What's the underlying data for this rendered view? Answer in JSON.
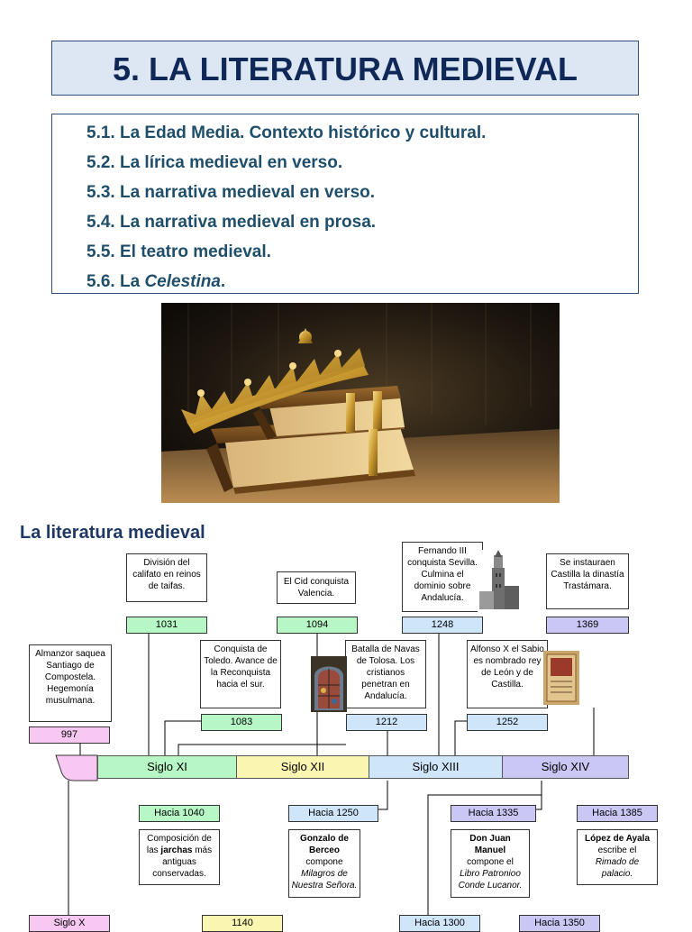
{
  "title": "5. LA LITERATURA MEDIEVAL",
  "toc": [
    {
      "num": "5.1.",
      "text": "La Edad Media. Contexto histórico y cultural."
    },
    {
      "num": "5.2.",
      "text": "La lírica medieval en verso."
    },
    {
      "num": "5.3.",
      "text": "La narrativa medieval en verso."
    },
    {
      "num": "5.4.",
      "text": "La narrativa medieval en prosa."
    },
    {
      "num": "5.5.",
      "text": "El teatro medieval."
    },
    {
      "num": "5.6.",
      "prefix": "La ",
      "italic": "Celestina",
      "suffix": "."
    }
  ],
  "timeline_heading": "La literatura medieval",
  "centuries": [
    {
      "label": "Siglo XI",
      "color": "#b7f7c5"
    },
    {
      "label": "Siglo XII",
      "color": "#fbf5b2"
    },
    {
      "label": "Siglo XIII",
      "color": "#cfe6fa"
    },
    {
      "label": "Siglo XIV",
      "color": "#cac7f5"
    }
  ],
  "years": {
    "y997": "997",
    "y1031": "1031",
    "y1094": "1094",
    "y1248": "1248",
    "y1369": "1369",
    "y1083": "1083",
    "y1212": "1212",
    "y1252": "1252",
    "h1040": "Hacia 1040",
    "h1250": "Hacia 1250",
    "h1335": "Hacia 1335",
    "h1385": "Hacia 1385",
    "sigloX": "Siglo X",
    "y1140": "1140",
    "h1300": "Hacia 1300",
    "h1350": "Hacia 1350"
  },
  "events": {
    "almanzor": "Almanzor saquea Santiago de Compostela. Hegemonía musulmana.",
    "califato": "División del califato en reinos de taifas.",
    "toledo": "Conquista de Toledo. Avance de la Reconquista hacia el sur.",
    "cid": "El Cid conquista Valencia.",
    "navas": "Batalla de Navas de Tolosa. Los cristianos penetran en Andalucía.",
    "fernando": "Fernando III conquista Sevilla. Culmina el dominio sobre Andalucía.",
    "alfonso": "Alfonso X el Sabio es nombrado rey de León y de Castilla.",
    "trastamara": "Se instauraen Castilla la dinastía Trastámara.",
    "jarchas_pre": "Composición de las ",
    "jarchas_bold": "jarchas",
    "jarchas_post": " más antiguas conservadas.",
    "berceo_name": "Gonzalo de Berceo",
    "berceo_verb": "compone",
    "berceo_work": "Milagros de Nuestra Señora.",
    "juan_name": "Don Juan Manuel",
    "juan_verb": "compone el",
    "juan_work": "Libro Patronioo Conde Lucanor.",
    "ayala_name": "López de Ayala",
    "ayala_verb": "escribe el",
    "ayala_work": "Rimado de palacio."
  },
  "colors": {
    "title_bg": "#dde7f3",
    "title_text": "#0f2857",
    "toc_text": "#1f4e6b",
    "green": "#b7f7c5",
    "blue": "#cfe6fa",
    "pink": "#f8c8f3",
    "yellow": "#fbf5b2",
    "violet": "#cac7f5"
  }
}
